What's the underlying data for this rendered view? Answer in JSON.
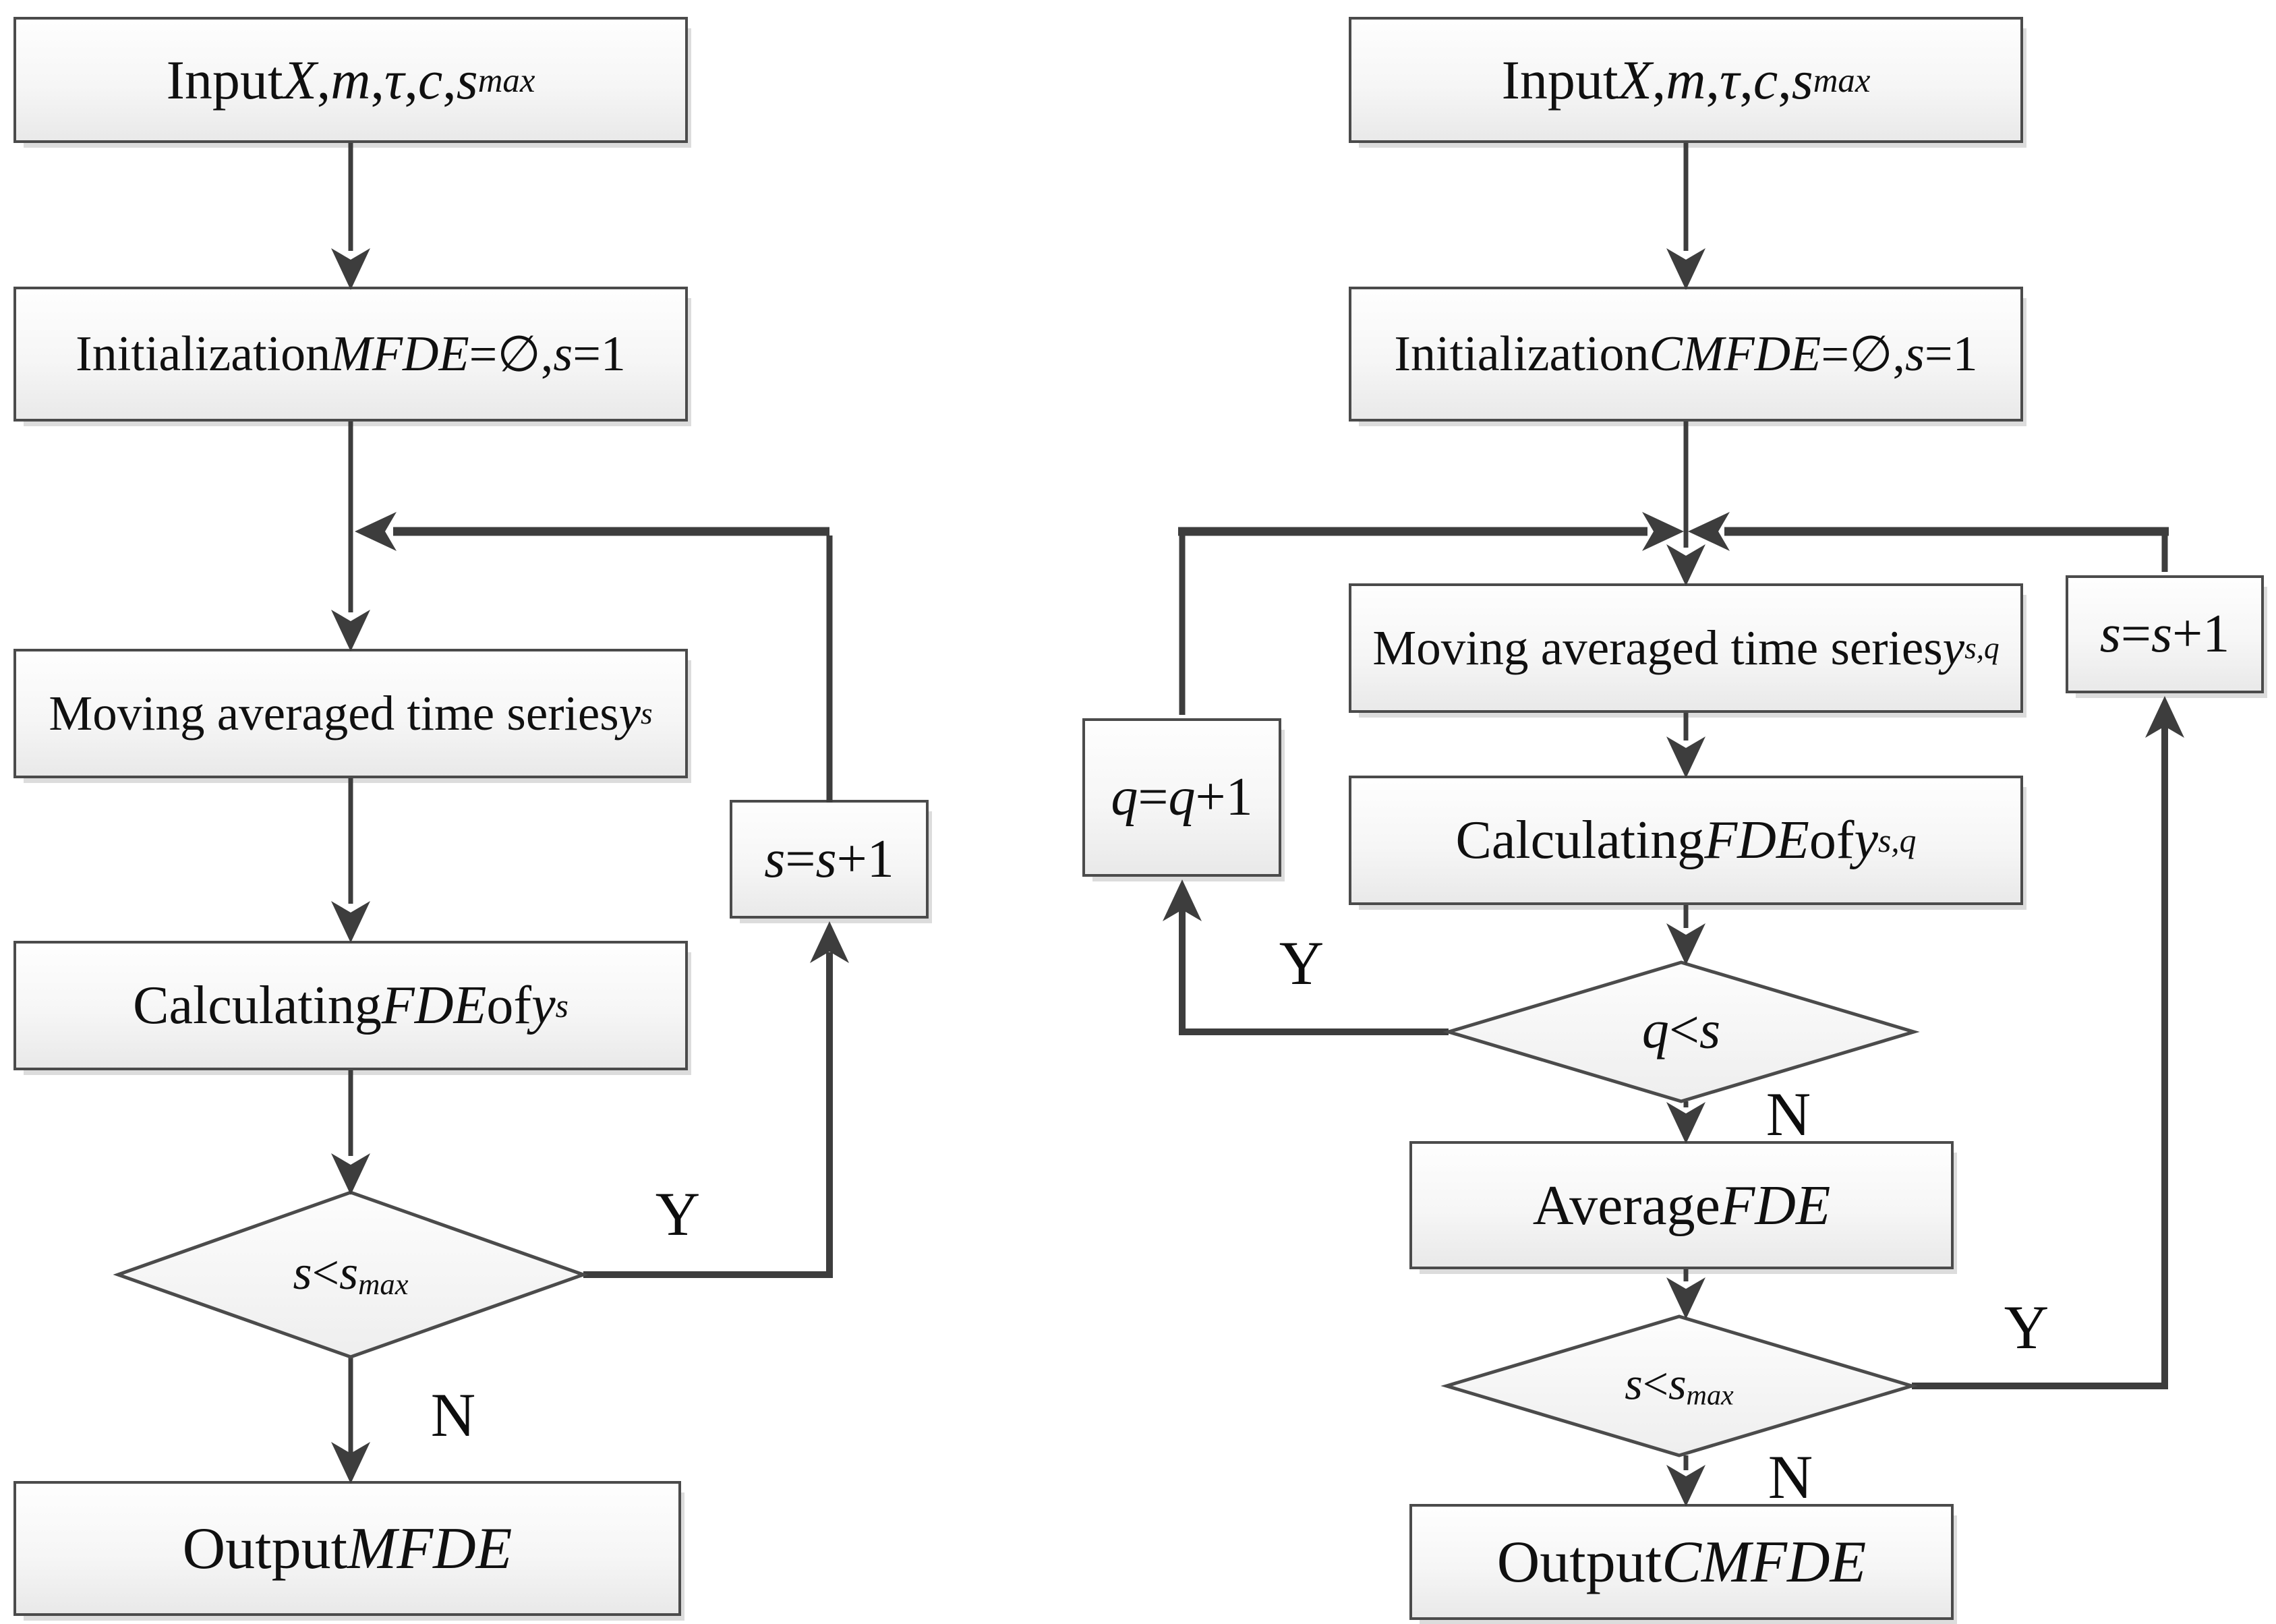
{
  "figure": {
    "kind": "flowchart-pair",
    "background": "#ffffff",
    "line_color": "#3d3d3d",
    "box_border_color": "#4b4b4b",
    "box_fill_top": "#fefefe",
    "box_fill_bottom": "#e9e9e9",
    "text_color": "#101010"
  },
  "left": {
    "nodes": {
      "input": {
        "parts": [
          {
            "t": "Input ",
            "s": "r"
          },
          {
            "t": "X",
            "s": "i"
          },
          {
            "t": ", ",
            "s": "r"
          },
          {
            "t": "m",
            "s": "i"
          },
          {
            "t": ", ",
            "s": "r"
          },
          {
            "t": "τ",
            "s": "i"
          },
          {
            "t": ", ",
            "s": "r"
          },
          {
            "t": "c",
            "s": "i"
          },
          {
            "t": ", ",
            "s": "r"
          },
          {
            "t": "s",
            "s": "i"
          },
          {
            "t": "max",
            "s": "sub"
          }
        ]
      },
      "init": {
        "parts": [
          {
            "t": "Initialization ",
            "s": "r"
          },
          {
            "t": "MFDE",
            "s": "i"
          },
          {
            "t": "=∅, ",
            "s": "r"
          },
          {
            "t": "s",
            "s": "i"
          },
          {
            "t": "=1",
            "s": "r"
          }
        ]
      },
      "moving": {
        "parts": [
          {
            "t": "Moving averaged time series ",
            "s": "r"
          },
          {
            "t": "y",
            "s": "i"
          },
          {
            "t": "s",
            "s": "sup"
          }
        ]
      },
      "calc": {
        "parts": [
          {
            "t": "Calculating ",
            "s": "r"
          },
          {
            "t": "FDE",
            "s": "i"
          },
          {
            "t": " of ",
            "s": "r"
          },
          {
            "t": "y",
            "s": "i"
          },
          {
            "t": "s",
            "s": "sup"
          }
        ]
      },
      "scale_check": {
        "parts": [
          {
            "t": "s",
            "s": "i"
          },
          {
            "t": "<",
            "s": "r"
          },
          {
            "t": "s",
            "s": "i"
          },
          {
            "t": "max",
            "s": "sub"
          }
        ]
      },
      "s_increment": {
        "parts": [
          {
            "t": "s",
            "s": "i"
          },
          {
            "t": "=",
            "s": "r"
          },
          {
            "t": "s",
            "s": "i"
          },
          {
            "t": "+1",
            "s": "r"
          }
        ]
      },
      "output": {
        "parts": [
          {
            "t": "Output ",
            "s": "r"
          },
          {
            "t": "MFDE",
            "s": "i"
          }
        ]
      }
    },
    "branch": {
      "yes": "Y",
      "no": "N"
    }
  },
  "right": {
    "nodes": {
      "input": {
        "parts": [
          {
            "t": "Input ",
            "s": "r"
          },
          {
            "t": "X",
            "s": "i"
          },
          {
            "t": ", ",
            "s": "r"
          },
          {
            "t": "m",
            "s": "i"
          },
          {
            "t": ", ",
            "s": "r"
          },
          {
            "t": "τ",
            "s": "i"
          },
          {
            "t": ", ",
            "s": "r"
          },
          {
            "t": "c",
            "s": "i"
          },
          {
            "t": ", ",
            "s": "r"
          },
          {
            "t": "s",
            "s": "i"
          },
          {
            "t": "max",
            "s": "sub"
          }
        ]
      },
      "init": {
        "parts": [
          {
            "t": "Initialization ",
            "s": "r"
          },
          {
            "t": "CMFDE",
            "s": "i"
          },
          {
            "t": "=∅, ",
            "s": "r"
          },
          {
            "t": "s",
            "s": "i"
          },
          {
            "t": "=1",
            "s": "r"
          }
        ]
      },
      "moving": {
        "parts": [
          {
            "t": "Moving averaged time series ",
            "s": "r"
          },
          {
            "t": "y",
            "s": "i"
          },
          {
            "t": "s,q",
            "s": "sup"
          }
        ]
      },
      "calc": {
        "parts": [
          {
            "t": "Calculating ",
            "s": "r"
          },
          {
            "t": "FDE",
            "s": "i"
          },
          {
            "t": " of ",
            "s": "r"
          },
          {
            "t": "y",
            "s": "i"
          },
          {
            "t": "s,q",
            "s": "sup"
          }
        ]
      },
      "q_check": {
        "parts": [
          {
            "t": "q",
            "s": "i"
          },
          {
            "t": "<",
            "s": "r"
          },
          {
            "t": "s",
            "s": "i"
          }
        ]
      },
      "q_increment": {
        "parts": [
          {
            "t": "q",
            "s": "i"
          },
          {
            "t": "=",
            "s": "r"
          },
          {
            "t": "q",
            "s": "i"
          },
          {
            "t": "+1",
            "s": "r"
          }
        ]
      },
      "average": {
        "parts": [
          {
            "t": "Average ",
            "s": "r"
          },
          {
            "t": "FDE",
            "s": "i"
          }
        ]
      },
      "scale_check": {
        "parts": [
          {
            "t": "s",
            "s": "i"
          },
          {
            "t": "<",
            "s": "r"
          },
          {
            "t": "s",
            "s": "i"
          },
          {
            "t": "max",
            "s": "sub"
          }
        ]
      },
      "s_increment": {
        "parts": [
          {
            "t": "s",
            "s": "i"
          },
          {
            "t": "=",
            "s": "r"
          },
          {
            "t": "s",
            "s": "i"
          },
          {
            "t": "+1",
            "s": "r"
          }
        ]
      },
      "output": {
        "parts": [
          {
            "t": "Output ",
            "s": "r"
          },
          {
            "t": "CMFDE",
            "s": "i"
          }
        ]
      }
    },
    "branch": {
      "q_yes": "Y",
      "q_no": "N",
      "s_yes": "Y",
      "s_no": "N"
    }
  }
}
